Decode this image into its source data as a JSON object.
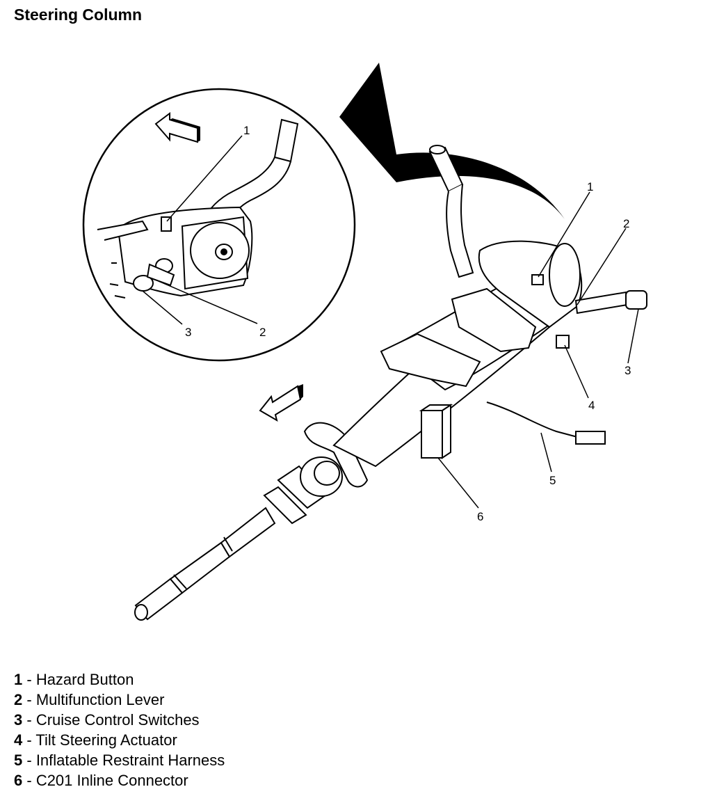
{
  "title": "Steering Column",
  "callouts": {
    "inset": [
      "1",
      "2",
      "3"
    ],
    "main": [
      "1",
      "2",
      "3",
      "4",
      "5",
      "6"
    ]
  },
  "legend": [
    {
      "num": "1",
      "sep": " - ",
      "label": "Hazard Button"
    },
    {
      "num": "2",
      "sep": " - ",
      "label": "Multifunction Lever"
    },
    {
      "num": "3",
      "sep": " - ",
      "label": "Cruise Control Switches"
    },
    {
      "num": "4",
      "sep": " - ",
      "label": "Tilt Steering Actuator"
    },
    {
      "num": "5",
      "sep": " - ",
      "label": "Inflatable Restraint Harness"
    },
    {
      "num": "6",
      "sep": " - ",
      "label": "C201 Inline Connector"
    }
  ]
}
